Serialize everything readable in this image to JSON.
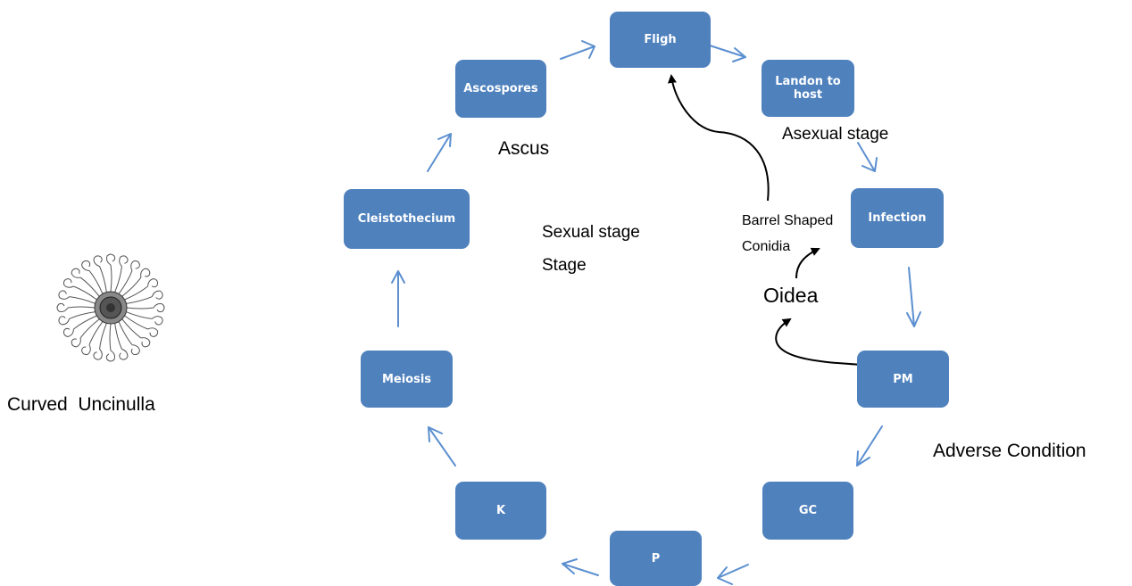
{
  "colors": {
    "node_fill": "#4f81bd",
    "node_text": "#ffffff",
    "cycle_arrow": "#5b8fd0",
    "annotation_arrow": "#000000"
  },
  "nodes": {
    "fligh": "Fligh",
    "landon_to_host": "Landon to host",
    "infection": "Infection",
    "pm": "PM",
    "gc": "GC",
    "p": "P",
    "k": "K",
    "meiosis": "Meiosis",
    "cleistothecium": "Cleistothecium",
    "ascospores": "Ascospores"
  },
  "labels": {
    "ascus": "Ascus",
    "asexual_stage": "Asexual stage",
    "sexual_stage_line1": "Sexual stage",
    "sexual_stage_line2": "Stage",
    "barrel_line1": "Barrel Shaped",
    "barrel_line2": "Conidia",
    "oidea": "Oidea",
    "adverse_condition": "Adverse Condition",
    "curved_uncinulla": "Curved  Uncinulla"
  },
  "icons": {
    "uncinulla": "uncinulla-illustration-icon"
  }
}
